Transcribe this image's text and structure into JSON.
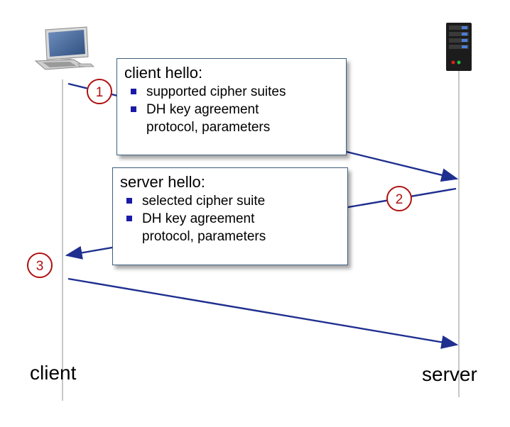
{
  "client_hello": {
    "title": "client hello:",
    "items": [
      "supported cipher suites",
      "DH key agreement",
      "protocol, parameters"
    ]
  },
  "server_hello": {
    "title": "server hello:",
    "items": [
      "selected cipher suite",
      "DH key agreement",
      "protocol, parameters"
    ]
  },
  "steps": [
    "1",
    "2",
    "3"
  ],
  "labels": {
    "client": "client",
    "server": "server"
  },
  "colors": {
    "arrow": "#1f2f8f",
    "step_circle": "#b01010",
    "bullet": "#1a1aa6",
    "box_border": "#3f5f7f"
  },
  "icons": {
    "client": "desktop-computer-icon",
    "server": "server-tower-icon"
  }
}
